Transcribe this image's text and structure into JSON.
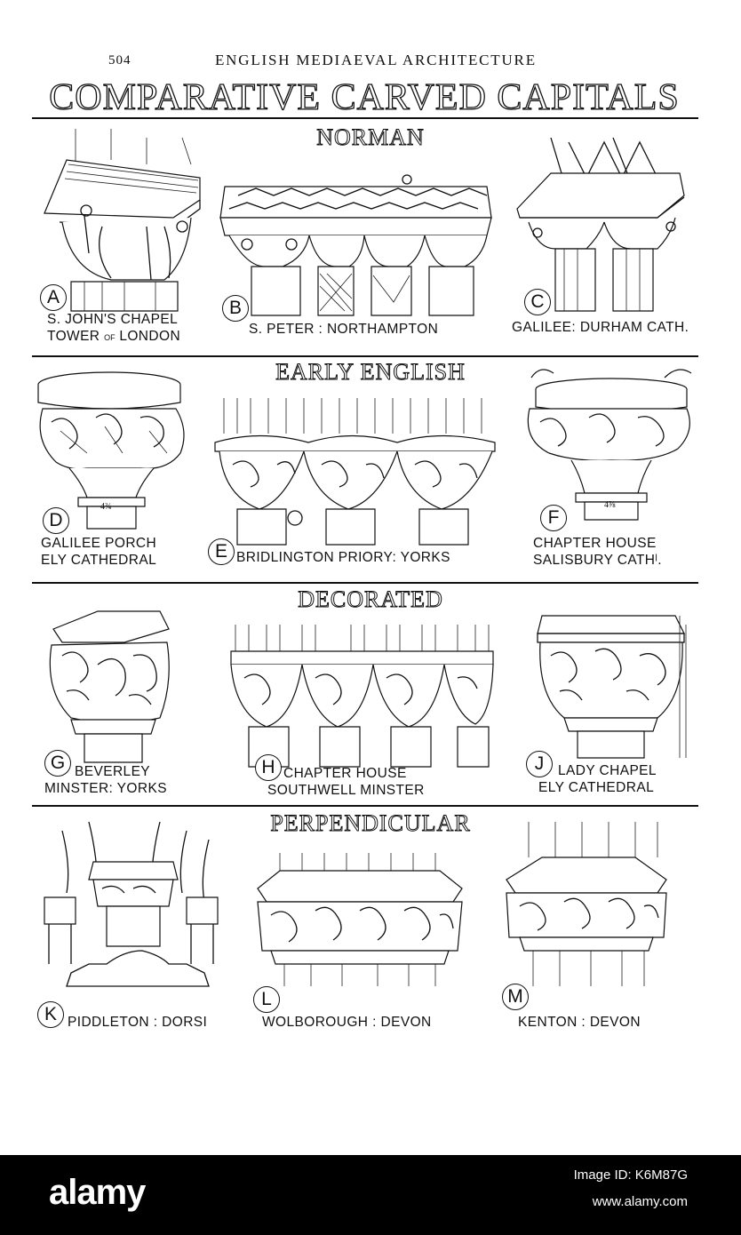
{
  "running_head": {
    "page_number": "504",
    "book_title": "ENGLISH MEDIAEVAL ARCHITECTURE"
  },
  "main_title": "COMPARATIVE CARVED CAPITALS",
  "sections": [
    {
      "title": "NORMAN"
    },
    {
      "title": "EARLY ENGLISH"
    },
    {
      "title": "DECORATED"
    },
    {
      "title": "PERPENDICULAR"
    }
  ],
  "plates": [
    {
      "letter": "A",
      "caption_line1": "S. JOHN'S CHAPEL",
      "caption_line2_a": "TOWER ",
      "caption_line2_small": "OF",
      "caption_line2_b": " LONDON"
    },
    {
      "letter": "B",
      "caption": "S. PETER : NORTHAMPTON"
    },
    {
      "letter": "C",
      "caption": "GALILEE: DURHAM CATH."
    },
    {
      "letter": "D",
      "caption_line1": "GALILEE PORCH",
      "caption_line2": "ELY CATHEDRAL",
      "measure": "4¾"
    },
    {
      "letter": "E",
      "caption": "BRIDLINGTON PRIORY: YORKS"
    },
    {
      "letter": "F",
      "caption_line1": "CHAPTER HOUSE",
      "caption_line2": "SALISBURY CATHˡ.",
      "measure": "4⅜"
    },
    {
      "letter": "G",
      "caption_line1": "BEVERLEY",
      "caption_line2": "MINSTER: YORKS"
    },
    {
      "letter": "H",
      "caption_line1": "CHAPTER HOUSE",
      "caption_line2": "SOUTHWELL MINSTER"
    },
    {
      "letter": "J",
      "caption_line1": "LADY CHAPEL",
      "caption_line2": "ELY CATHEDRAL"
    },
    {
      "letter": "K",
      "caption": "PIDDLETON : DORSI"
    },
    {
      "letter": "L",
      "caption": "WOLBOROUGH : DEVON"
    },
    {
      "letter": "M",
      "caption": "KENTON : DEVON"
    }
  ],
  "footer": {
    "brand": "alamy",
    "image_id": "Image ID: K6M87G",
    "url": "www.alamy.com"
  }
}
